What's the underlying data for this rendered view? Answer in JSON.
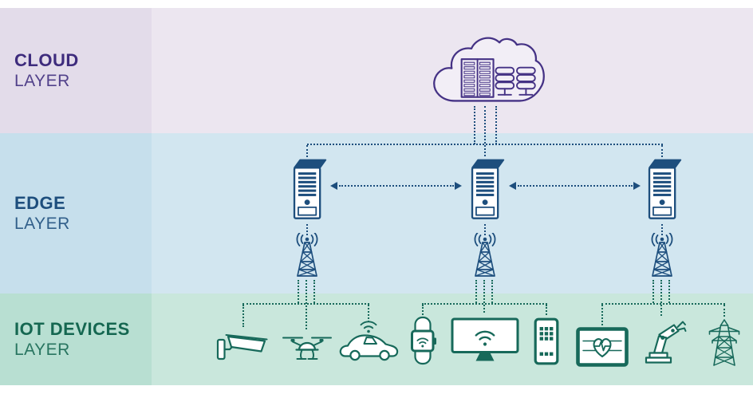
{
  "layers": [
    {
      "name": "CLOUD",
      "sublabel": "LAYER",
      "text_color": "#3e2c7d",
      "band_color": "#ece6f0",
      "label_column_color": "#e3dcea"
    },
    {
      "name": "EDGE",
      "sublabel": "LAYER",
      "text_color": "#1d4e7d",
      "band_color": "#d2e6f0",
      "label_column_color": "#c6dfec"
    },
    {
      "name": "IOT DEVICES",
      "sublabel": "LAYER",
      "text_color": "#156751",
      "band_color": "#c9e7dc",
      "label_column_color": "#b8dfd2"
    }
  ],
  "icon_colors": {
    "cloud_icon": "#453285",
    "edge_icon": "#1d4e7d",
    "iot_icon": "#17695a"
  },
  "cloud_layer_icons": [
    "cloud-datacenter"
  ],
  "edge_layer_icons": [
    "edge-server",
    "edge-server",
    "edge-server",
    "cell-tower",
    "cell-tower",
    "cell-tower"
  ],
  "iot_layer_icons": [
    "cctv-camera",
    "drone",
    "connected-car",
    "smartwatch",
    "smart-display",
    "smartphone",
    "health-monitor-tablet",
    "robot-arm",
    "power-pylon"
  ],
  "connections": {
    "cloud_to_edge": "dotted lines from cloud to the three edge servers",
    "edge_peer": "dotted double-headed arrows between edge servers",
    "edge_to_devices": "dotted lines from cell towers to IoT devices"
  }
}
